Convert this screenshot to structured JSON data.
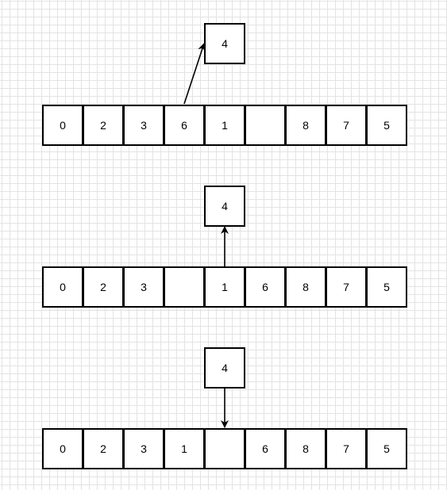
{
  "diagram": {
    "steps": [
      {
        "key": "4",
        "array": [
          "0",
          "2",
          "3",
          "6",
          "1",
          "",
          "8",
          "7",
          "5"
        ],
        "arrow": "diagonal-up"
      },
      {
        "key": "4",
        "array": [
          "0",
          "2",
          "3",
          "",
          "1",
          "6",
          "8",
          "7",
          "5"
        ],
        "arrow": "up"
      },
      {
        "key": "4",
        "array": [
          "0",
          "2",
          "3",
          "1",
          "",
          "6",
          "8",
          "7",
          "5"
        ],
        "arrow": "down"
      }
    ]
  }
}
